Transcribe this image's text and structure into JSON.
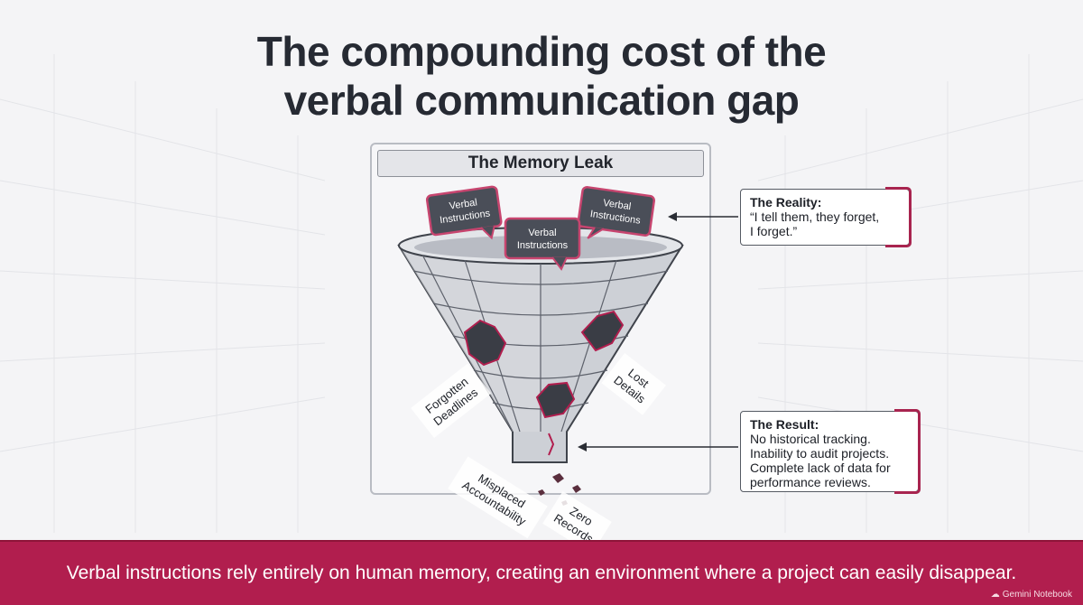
{
  "title_line1": "The compounding cost of the",
  "title_line2": "verbal communication gap",
  "panel": {
    "title": "The Memory Leak"
  },
  "bubbles": [
    "Verbal Instructions",
    "Verbal Instructions",
    "Verbal Instructions"
  ],
  "leaks": [
    "Forgotten Deadlines",
    "Lost Details",
    "Misplaced Accountability",
    "Zero Records"
  ],
  "reality": {
    "heading": "The Reality:",
    "lines": [
      "“I tell them, they forget,",
      "I forget.”"
    ]
  },
  "result": {
    "heading": "The Result:",
    "lines": [
      "No historical tracking.",
      "Inability to audit projects.",
      "Complete lack of data for",
      "performance reviews."
    ]
  },
  "banner": "Verbal instructions rely entirely on human memory, creating an environment where a project can easily disappear.",
  "brand": "Gemini Notebook",
  "colors": {
    "accent": "#b11e4e",
    "bubble": "#4a4e58",
    "funnel": "#c9ccd3"
  },
  "icons": [
    "arrow-icon",
    "crack-icon",
    "brand-icon"
  ]
}
